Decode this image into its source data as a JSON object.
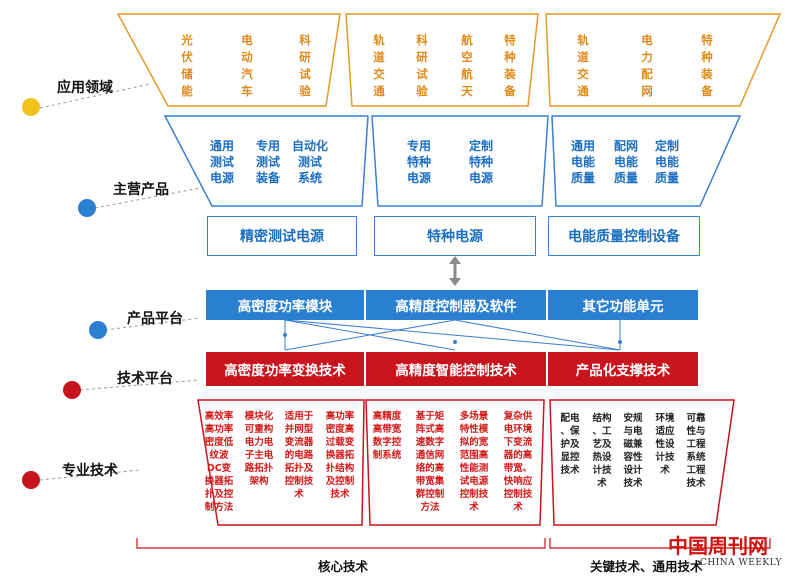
{
  "row_labels": {
    "application": "应用领域",
    "products": "主营产品",
    "platform": "产品平台",
    "tech_platform": "技术平台",
    "professional": "专业技术"
  },
  "colors": {
    "dot_application": "#f2c21c",
    "dot_products": "#2b7fd0",
    "dot_platform": "#2b7fd0",
    "dot_tech": "#c8141c",
    "dot_professional": "#c8141c",
    "orange_outline": "#e59a2a",
    "blue_outline": "#3a7fd0",
    "red_outline": "#c8141c"
  },
  "application_columns": [
    "光\n伏\n储\n能",
    "电\n动\n汽\n车",
    "科\n研\n试\n验",
    "轨\n道\n交\n通",
    "科\n研\n试\n验",
    "航\n空\n航\n天",
    "特\n种\n装\n备",
    "轨\n道\n交\n通",
    "电\n力\n配\n网",
    "特\n种\n装\n备"
  ],
  "product_columns": [
    "通用\n测试\n电源",
    "专用\n测试\n装备",
    "自动化\n测试\n系统",
    "专用\n特种\n电源",
    "定制\n特种\n电源",
    "通用\n电能\n质量",
    "配网\n电能\n质量",
    "定制\n电能\n质量"
  ],
  "product_categories": [
    "精密测试电源",
    "特种电源",
    "电能质量控制设备"
  ],
  "platform_items": [
    "高密度功率模块",
    "高精度控制器及软件",
    "其它功能单元"
  ],
  "tech_items": [
    "高密度功率变换技术",
    "高精度智能控制技术",
    "产品化支撑技术"
  ],
  "core_tech_columns": [
    "高效率\n高功率\n密度低\n纹波\nDC变\n换器拓\n扑及控\n制方法",
    "模块化\n可重构\n电力电\n子主电\n路拓扑\n架构",
    "适用于\n并网型\n变流器\n的电路\n拓扑及\n控制技\n术",
    "高功率\n密度高\n过载变\n换器拓\n扑结构\n及控制\n技术",
    "高精度\n高带宽\n数字控\n制系统",
    "基于矩\n阵式高\n速数字\n通信网\n络的高\n带宽集\n群控制\n方法",
    "多场景\n特性模\n拟的宽\n范围高\n性能测\n试电源\n控制技\n术",
    "复杂供\n电环境\n下变流\n器的高\n带宽、\n快响应\n控制技\n术"
  ],
  "key_tech_columns": [
    "配电\n、保\n护及\n显控\n技术",
    "结构\n、工\n艺及\n热设\n计技\n术",
    "安规\n与电\n磁兼\n容性\n设计\n技术",
    "环境\n适应\n性设\n计技\n术",
    "可靠\n性与\n工程\n系统\n工程\n技术"
  ],
  "bottom_labels": {
    "core": "核心技术",
    "key": "关键技术、通用技术"
  },
  "watermark": {
    "cn": "中国周刊网",
    "en": "CHINA WEEKLY"
  }
}
